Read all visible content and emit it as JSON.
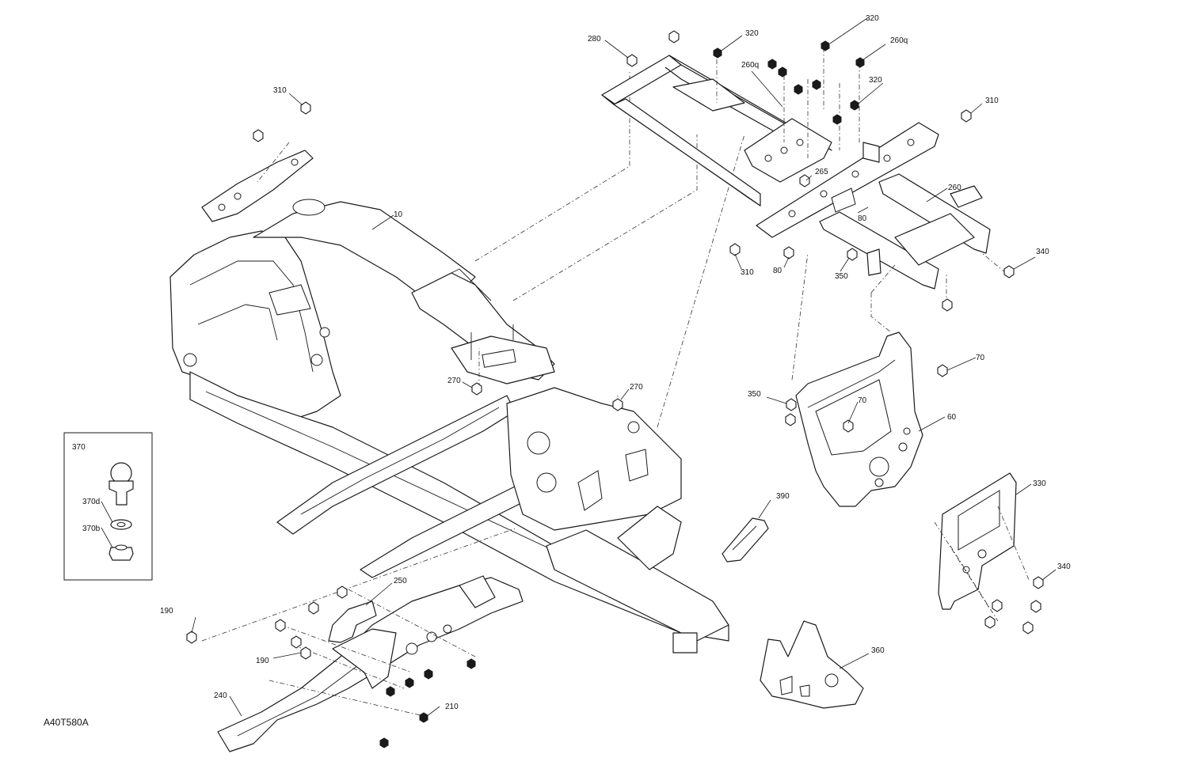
{
  "reference_code": "A40T580A",
  "callouts": [
    {
      "id": "c-10",
      "text": "10"
    },
    {
      "id": "c-60",
      "text": "60"
    },
    {
      "id": "c-70a",
      "text": "70"
    },
    {
      "id": "c-70b",
      "text": "70"
    },
    {
      "id": "c-80a",
      "text": "80"
    },
    {
      "id": "c-80b",
      "text": "80"
    },
    {
      "id": "c-190a",
      "text": "190"
    },
    {
      "id": "c-190b",
      "text": "190"
    },
    {
      "id": "c-210",
      "text": "210"
    },
    {
      "id": "c-240",
      "text": "240"
    },
    {
      "id": "c-250",
      "text": "250"
    },
    {
      "id": "c-260",
      "text": "260"
    },
    {
      "id": "c-260q-a",
      "text": "260q"
    },
    {
      "id": "c-260q-b",
      "text": "260q"
    },
    {
      "id": "c-265",
      "text": "265"
    },
    {
      "id": "c-270a",
      "text": "270"
    },
    {
      "id": "c-270b",
      "text": "270"
    },
    {
      "id": "c-280",
      "text": "280"
    },
    {
      "id": "c-310a",
      "text": "310"
    },
    {
      "id": "c-310b",
      "text": "310"
    },
    {
      "id": "c-310c",
      "text": "310"
    },
    {
      "id": "c-320a",
      "text": "320"
    },
    {
      "id": "c-320b",
      "text": "320"
    },
    {
      "id": "c-320c",
      "text": "320"
    },
    {
      "id": "c-330",
      "text": "330"
    },
    {
      "id": "c-340a",
      "text": "340"
    },
    {
      "id": "c-340b",
      "text": "340"
    },
    {
      "id": "c-350a",
      "text": "350"
    },
    {
      "id": "c-350b",
      "text": "350"
    },
    {
      "id": "c-360",
      "text": "360"
    },
    {
      "id": "c-390",
      "text": "390"
    }
  ],
  "inset": {
    "title": "370",
    "items": [
      {
        "id": "i-370d",
        "text": "370d"
      },
      {
        "id": "i-370b",
        "text": "370b"
      }
    ]
  }
}
